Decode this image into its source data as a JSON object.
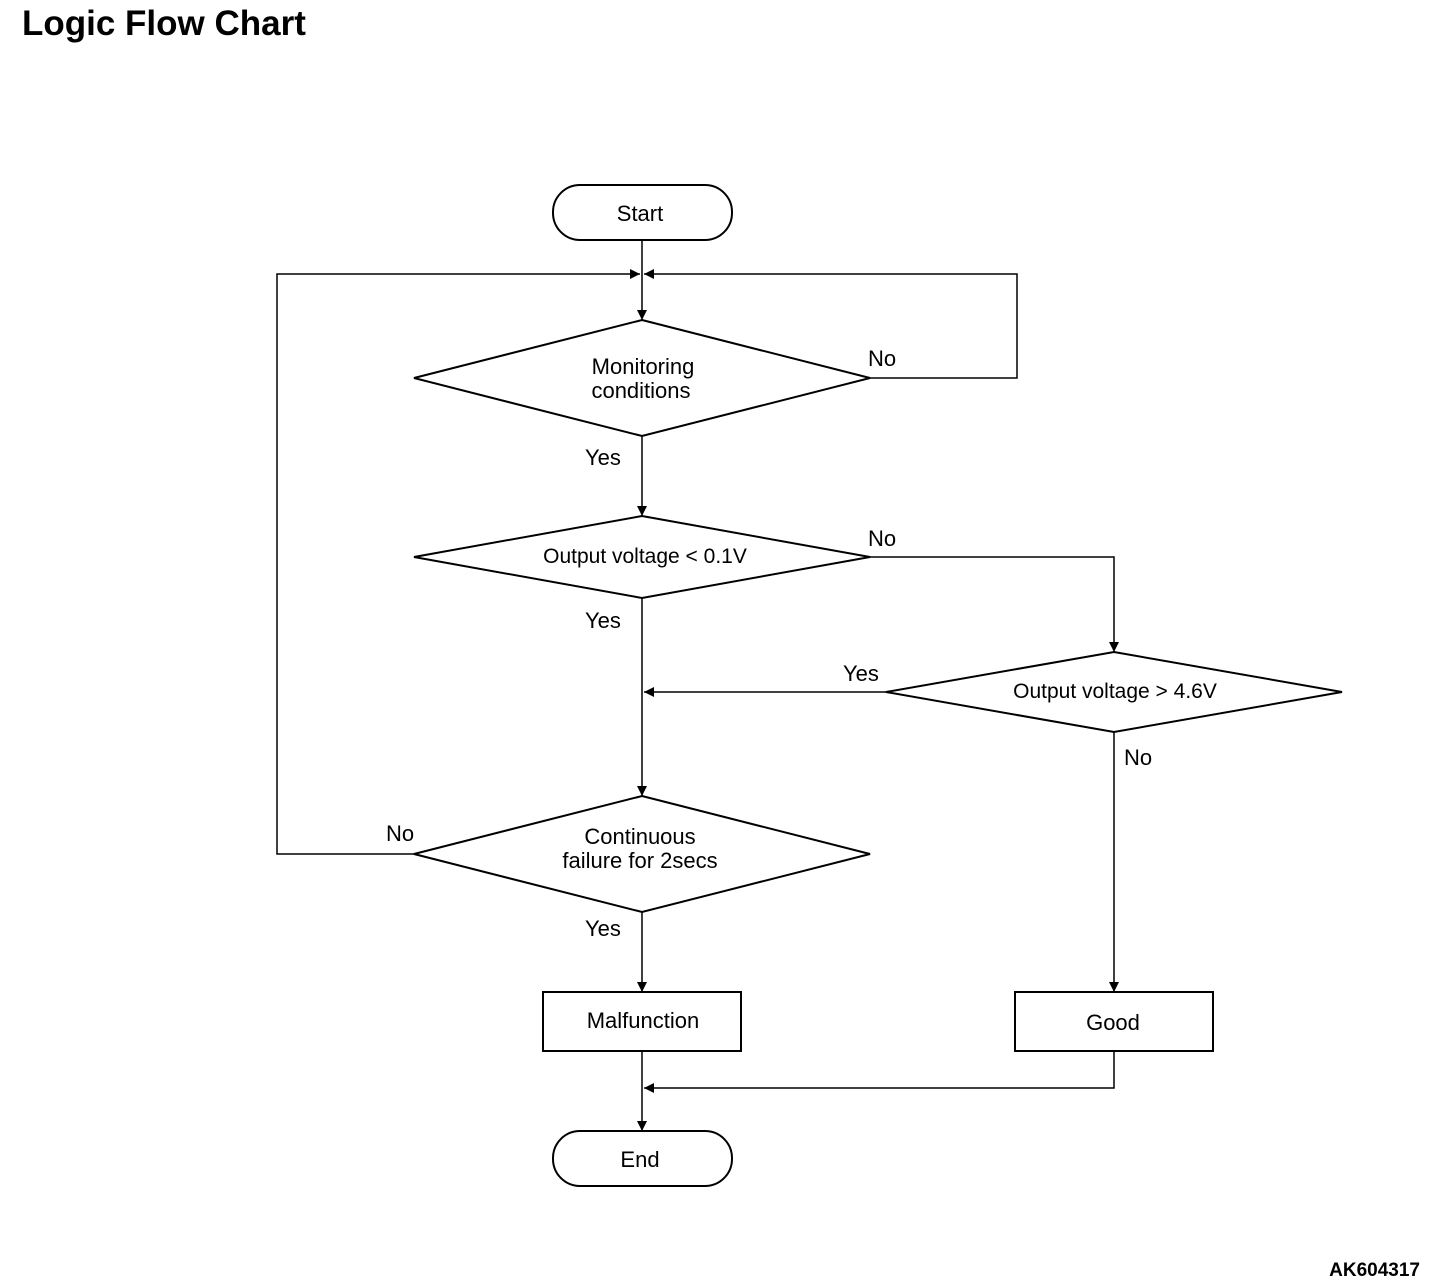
{
  "title": "Logic Flow Chart",
  "figure_code": "AK604317",
  "nodes": {
    "start": "Start",
    "monitoring": [
      "Monitoring",
      "conditions"
    ],
    "low_voltage": "Output voltage < 0.1V",
    "high_voltage": "Output voltage > 4.6V",
    "continuous": [
      "Continuous",
      "failure for 2secs"
    ],
    "malfunction": "Malfunction",
    "good": "Good",
    "end": "End"
  },
  "edges": {
    "monitoring_no": "No",
    "monitoring_yes": "Yes",
    "low_no": "No",
    "low_yes": "Yes",
    "high_yes": "Yes",
    "high_no": "No",
    "continuous_no": "No",
    "continuous_yes": "Yes"
  }
}
